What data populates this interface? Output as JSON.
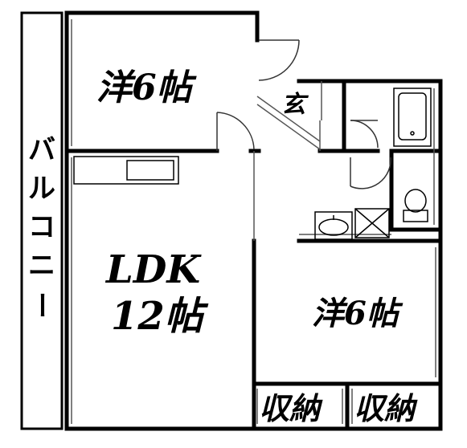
{
  "rooms": {
    "western_room_top": "洋6帖",
    "ldk_line1": "LDK",
    "ldk_line2": "12帖",
    "western_room_right": "洋6帖",
    "entrance": "玄",
    "storage_left": "収納",
    "storage_right": "収納"
  },
  "balcony": {
    "chars": [
      "バ",
      "ル",
      "コ",
      "ニ",
      "ー"
    ]
  },
  "colors": {
    "wall": "#000000",
    "line": "#555555",
    "background": "#ffffff"
  }
}
